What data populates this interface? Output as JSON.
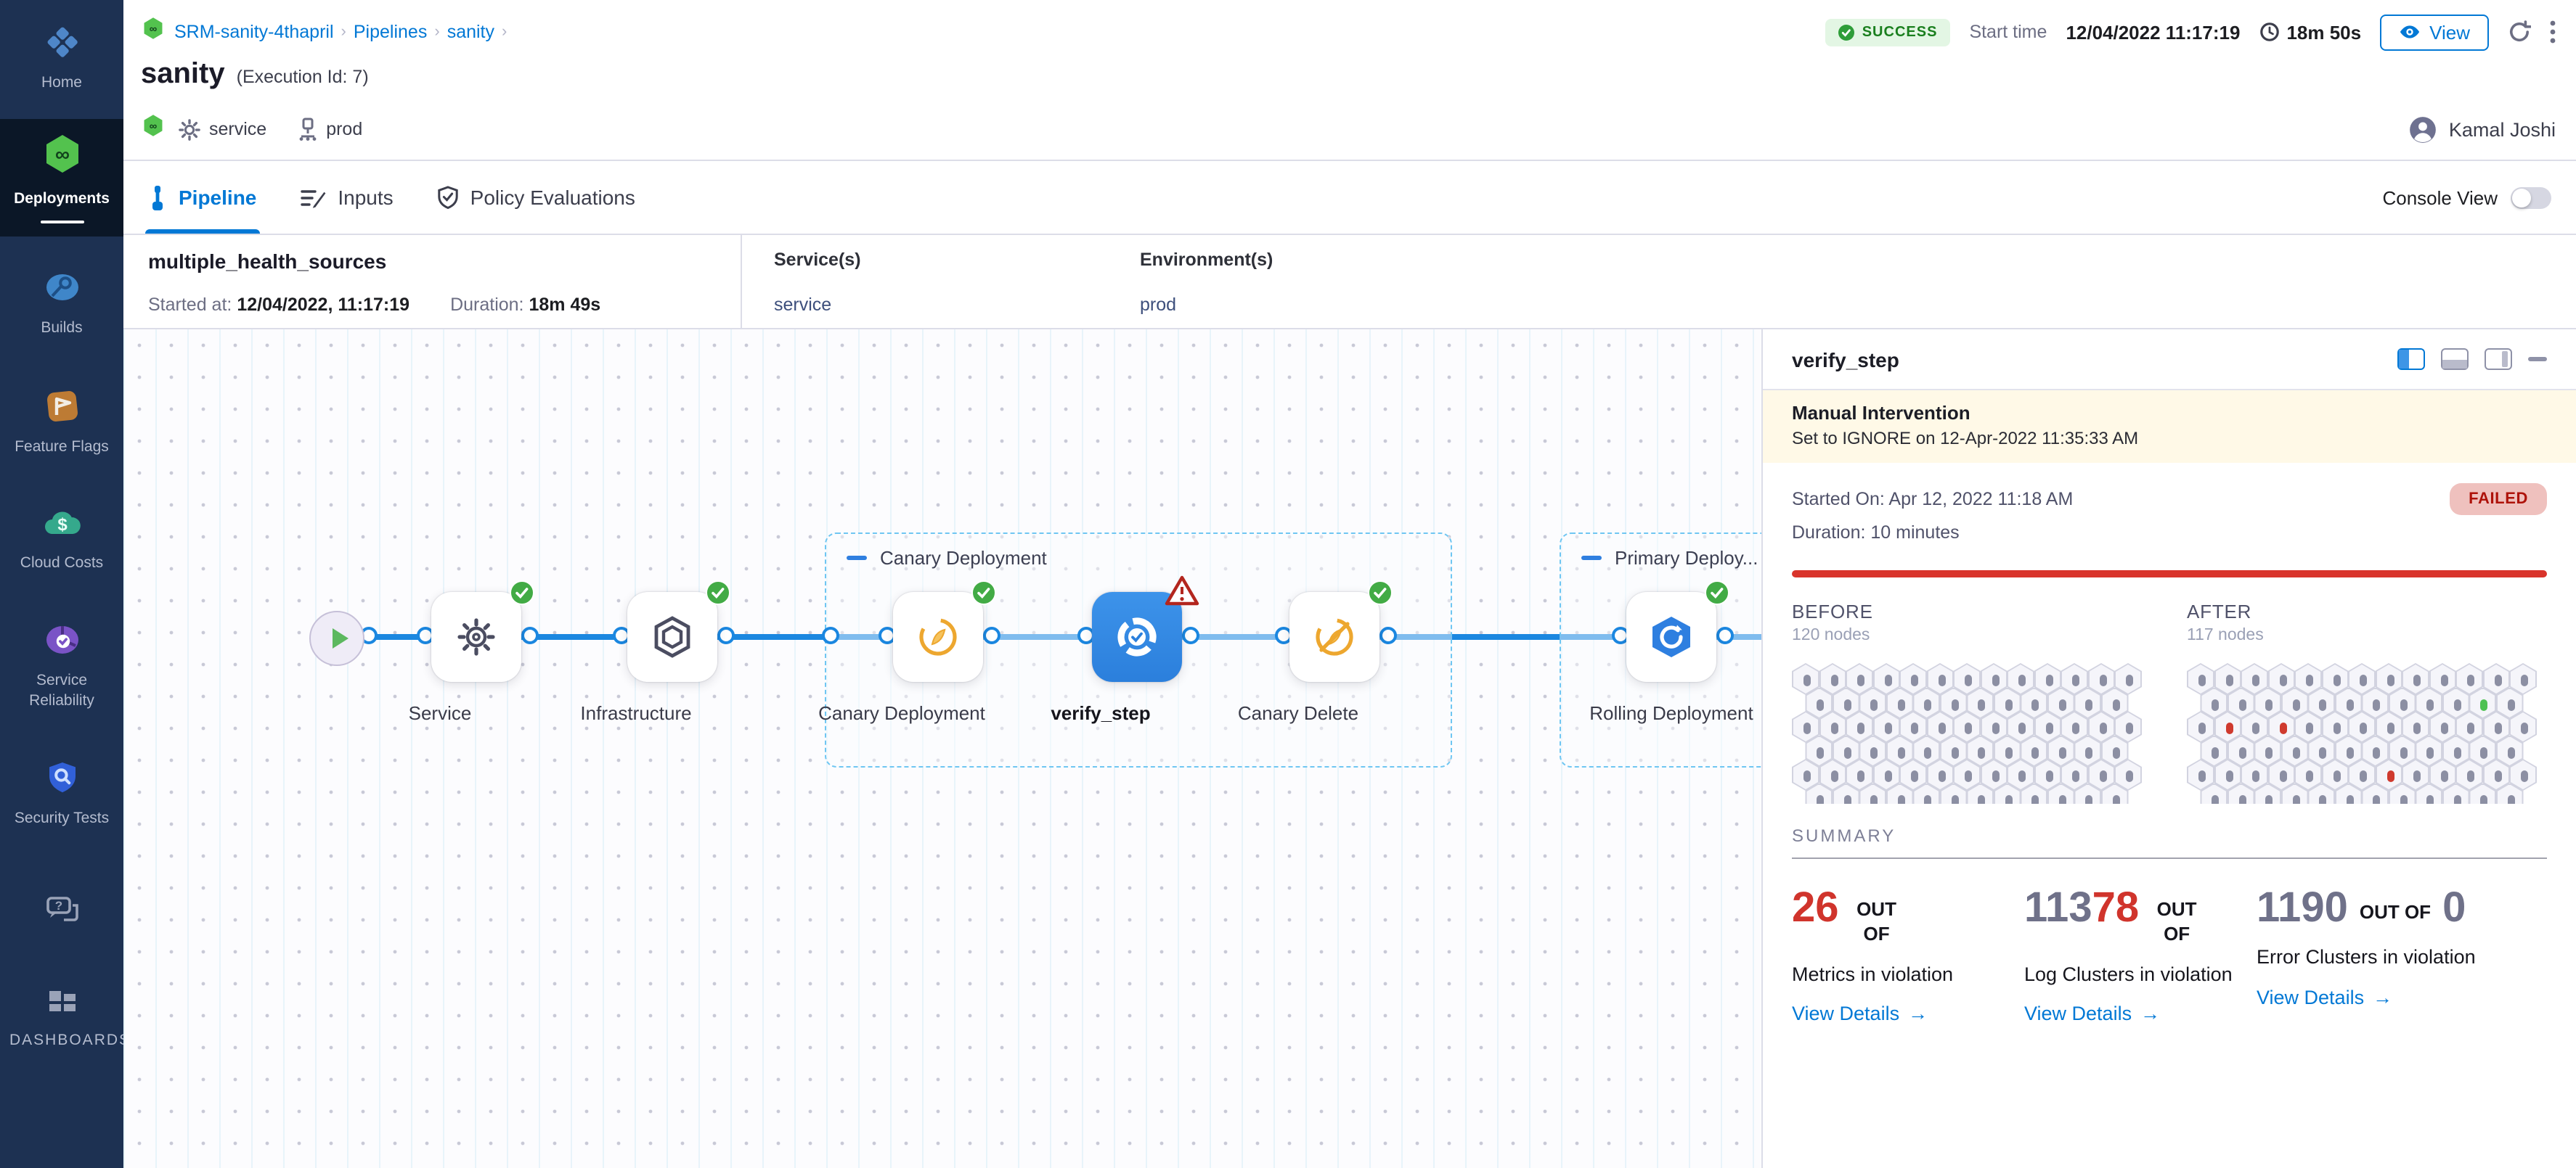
{
  "sidebar": {
    "items": [
      {
        "label": "Home"
      },
      {
        "label": "Deployments",
        "selected": true
      },
      {
        "label": "Builds"
      },
      {
        "label": "Feature Flags"
      },
      {
        "label": "Cloud Costs"
      },
      {
        "label": "Service Reliability"
      },
      {
        "label": "Security Tests"
      },
      {
        "label": "DASHBOARDS"
      }
    ]
  },
  "header": {
    "breadcrumb": [
      "SRM-sanity-4thapril",
      "Pipelines",
      "sanity"
    ],
    "sep": "›",
    "status": "SUCCESS",
    "start_time_label": "Start time",
    "start_time": "12/04/2022 11:17:19",
    "elapsed": "18m 50s",
    "view_label": "View",
    "title": "sanity",
    "execution_id": "(Execution Id: 7)",
    "tag_service": "service",
    "tag_env": "prod",
    "user": "Kamal Joshi"
  },
  "tabs": {
    "pipeline": "Pipeline",
    "inputs": "Inputs",
    "policy": "Policy Evaluations",
    "console_view": "Console View"
  },
  "stage": {
    "name": "multiple_health_sources",
    "started_label": "Started at:",
    "started": "12/04/2022, 11:17:19",
    "duration_label": "Duration:",
    "duration": "18m 49s",
    "services_label": "Service(s)",
    "service": "service",
    "envs_label": "Environment(s)",
    "env": "prod"
  },
  "pipeline": {
    "groups": [
      {
        "label": "Canary Deployment"
      },
      {
        "label": "Primary Deploy..."
      }
    ],
    "nodes": [
      {
        "label": "Service",
        "status": "success"
      },
      {
        "label": "Infrastructure",
        "status": "success"
      },
      {
        "label": "Canary Deployment",
        "status": "success"
      },
      {
        "label": "verify_step",
        "status": "warning"
      },
      {
        "label": "Canary Delete",
        "status": "success"
      },
      {
        "label": "Rolling Deployment",
        "status": "success"
      }
    ]
  },
  "panel": {
    "title": "verify_step",
    "banner_title": "Manual Intervention",
    "banner_text": "Set to IGNORE on 12-Apr-2022 11:35:33 AM",
    "started_on": "Started On: Apr 12, 2022 11:18 AM",
    "duration": "Duration: 10 minutes",
    "status": "FAILED",
    "before": {
      "label": "BEFORE",
      "sublabel": "120 nodes",
      "cols": 13,
      "rows": 6,
      "marks": {}
    },
    "after": {
      "label": "AFTER",
      "sublabel": "117 nodes",
      "cols": 13,
      "rows": 6,
      "marks": {
        "2-1": "red",
        "2-3": "red",
        "1-10": "green",
        "4-7": "red"
      }
    },
    "summary": {
      "title": "SUMMARY",
      "arrow": "→",
      "stats": [
        {
          "num_gray": "",
          "num_red": "26",
          "out_of": "OUT OF",
          "num2": "",
          "desc": "Metrics in violation",
          "link": "View Details"
        },
        {
          "num_gray": "113",
          "num_red": "78",
          "out_of": "OUT OF",
          "num2": "",
          "desc": "Log Clusters in violation",
          "link": "View Details"
        },
        {
          "num_gray": "1190",
          "num_red": "",
          "out_of": "OUT OF",
          "num2": "0",
          "desc": "Error Clusters in violation",
          "link": "View Details"
        }
      ]
    }
  }
}
